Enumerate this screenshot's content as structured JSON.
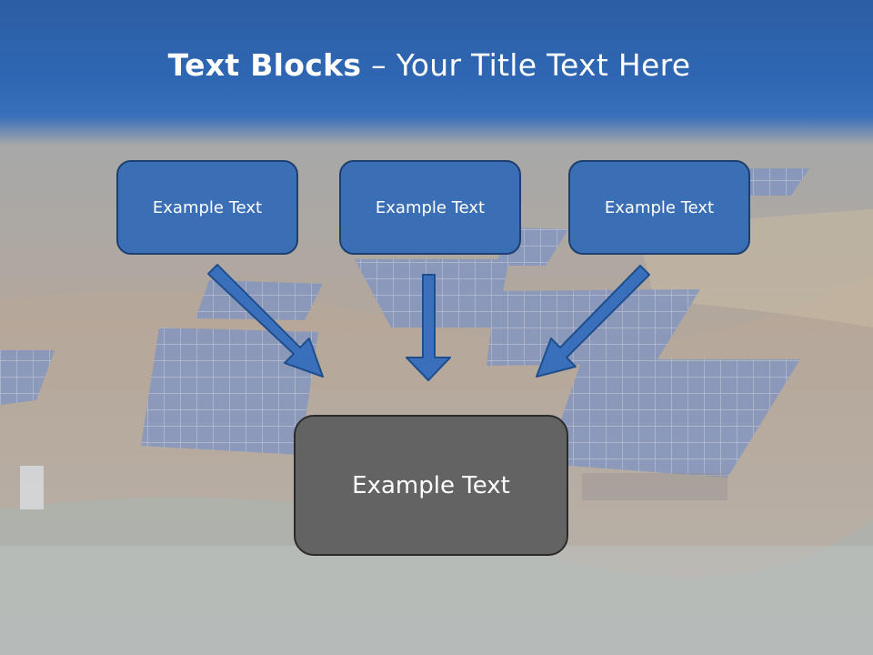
{
  "slide": {
    "title_bold": "Text Blocks",
    "title_rest": " – Your Title Text Here"
  },
  "blocks": {
    "left": "Example Text",
    "center": "Example Text",
    "right": "Example Text",
    "bottom": "Example Text"
  },
  "colors": {
    "title_band": "#2f67b4",
    "block_fill": "#3a6fb6",
    "block_border": "#1f3f6e",
    "bottom_fill": "#636363",
    "arrow_fill": "#3a70bb"
  },
  "background": {
    "description_icon": "solar-farm-photo"
  }
}
